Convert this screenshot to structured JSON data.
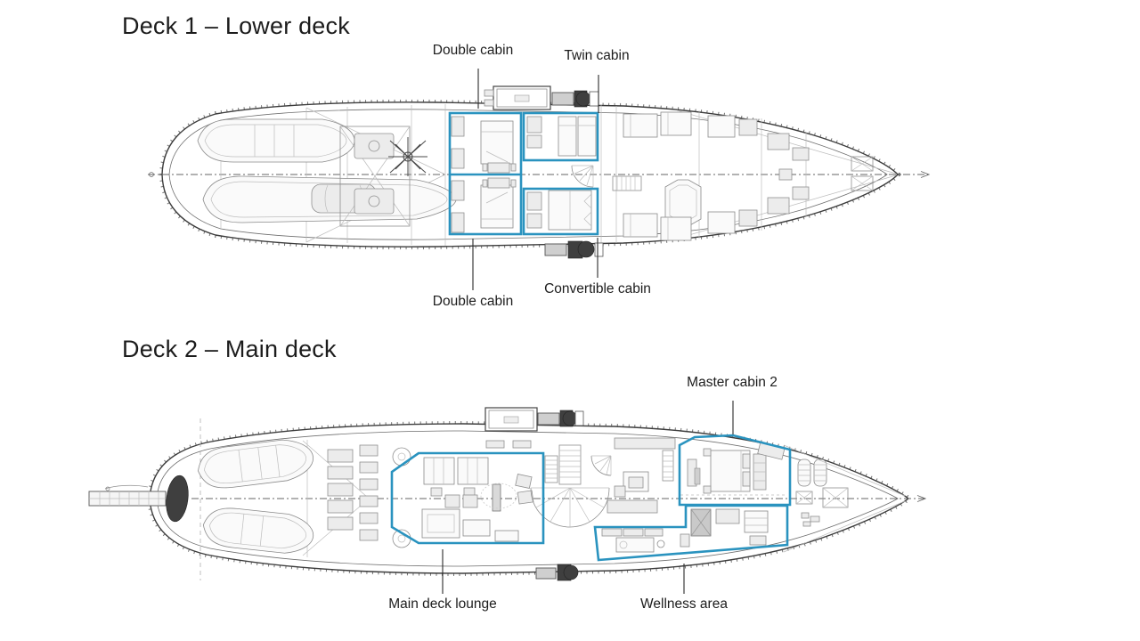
{
  "titles": {
    "deck1": "Deck 1 – Lower deck",
    "deck2": "Deck 2 – Main deck"
  },
  "deck1": {
    "labels": {
      "double_cabin_top": "Double cabin",
      "twin_cabin": "Twin cabin",
      "double_cabin_bottom": "Double cabin",
      "convertible_cabin": "Convertible cabin"
    }
  },
  "deck2": {
    "labels": {
      "master_cabin_2": "Master cabin 2",
      "main_deck_lounge": "Main deck lounge",
      "wellness_area": "Wellness area"
    }
  },
  "colors": {
    "highlight_blue": "#2a93bf",
    "plan_line": "#3c3c3c",
    "leader_line": "#2a2a2a",
    "text": "#1c1c1c",
    "dark_fill": "#3f3f3f",
    "background": "#ffffff"
  }
}
